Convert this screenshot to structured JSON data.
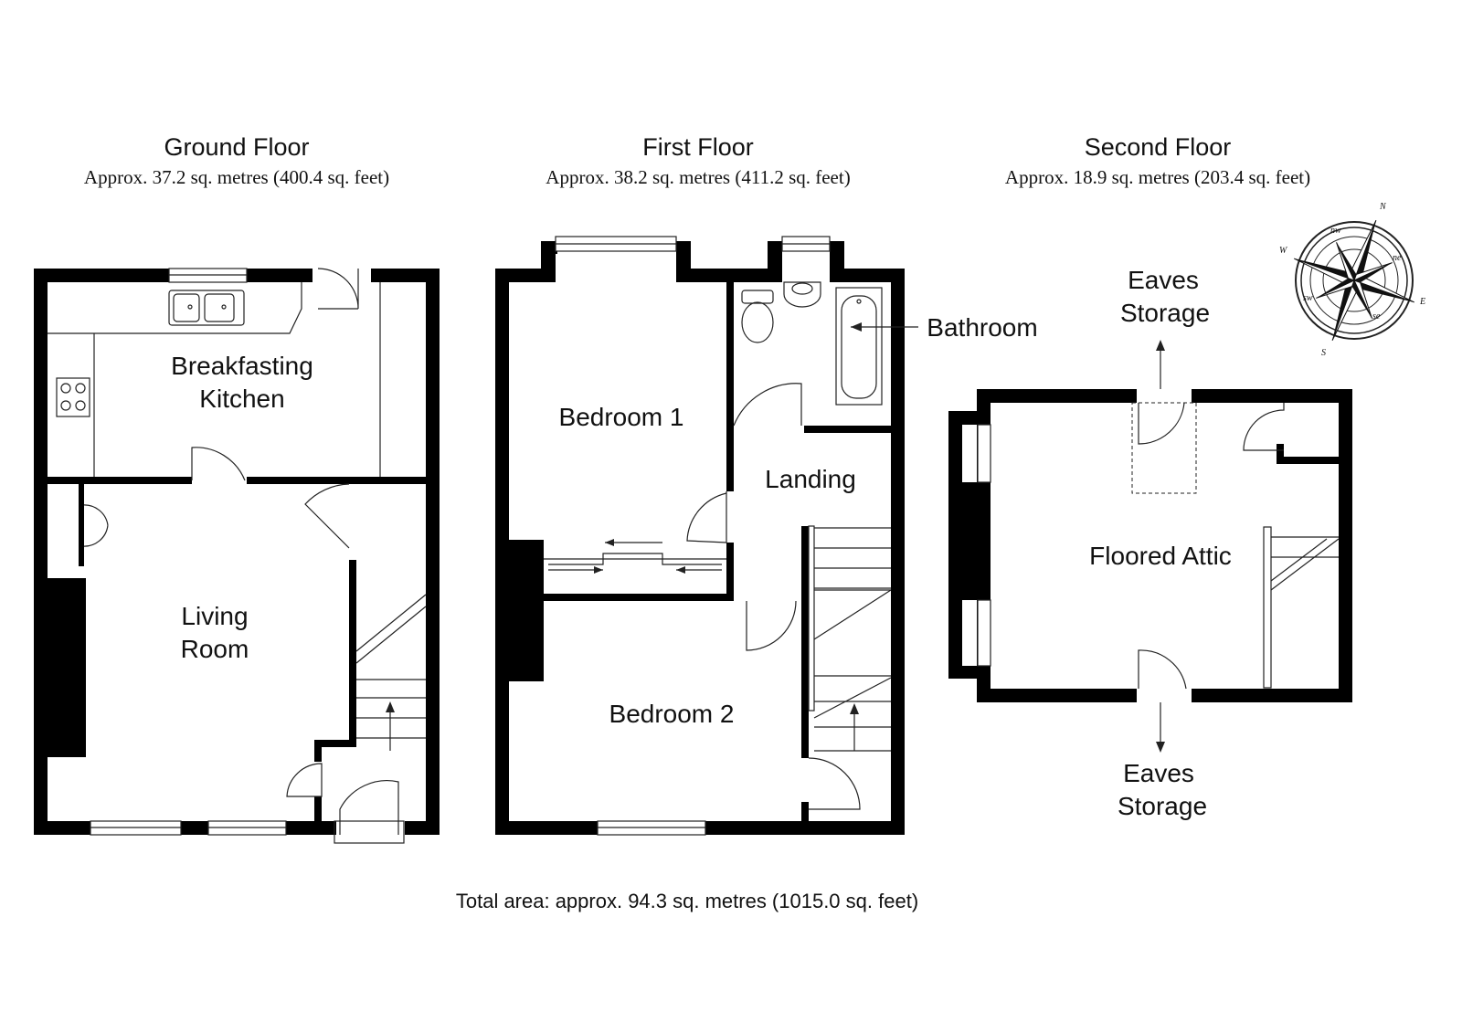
{
  "floors": {
    "ground": {
      "title": "Ground Floor",
      "area": "Approx. 37.2 sq. metres (400.4 sq. feet)"
    },
    "first": {
      "title": "First Floor",
      "area": "Approx. 38.2 sq. metres (411.2 sq. feet)"
    },
    "second": {
      "title": "Second Floor",
      "area": "Approx. 18.9 sq. metres (203.4 sq. feet)"
    }
  },
  "rooms": {
    "kitchen_line1": "Breakfasting",
    "kitchen_line2": "Kitchen",
    "living_line1": "Living",
    "living_line2": "Room",
    "bedroom1": "Bedroom 1",
    "bedroom2": "Bedroom 2",
    "landing": "Landing",
    "bathroom": "Bathroom",
    "attic": "Floored Attic",
    "eaves_top_line1": "Eaves",
    "eaves_top_line2": "Storage",
    "eaves_bottom_line1": "Eaves",
    "eaves_bottom_line2": "Storage"
  },
  "compass": {
    "n": "N",
    "e": "E",
    "s": "S",
    "w": "W",
    "ne": "ne",
    "nw": "nw",
    "se": "se",
    "sw": "sw"
  },
  "total_area": "Total area: approx. 94.3 sq. metres (1015.0 sq. feet)",
  "colors": {
    "wall": "#000000",
    "line": "#222222",
    "background": "#ffffff"
  },
  "icons": [
    "compass-rose-icon",
    "sink-icon",
    "hob-icon",
    "toilet-icon",
    "basin-icon",
    "bath-icon"
  ]
}
